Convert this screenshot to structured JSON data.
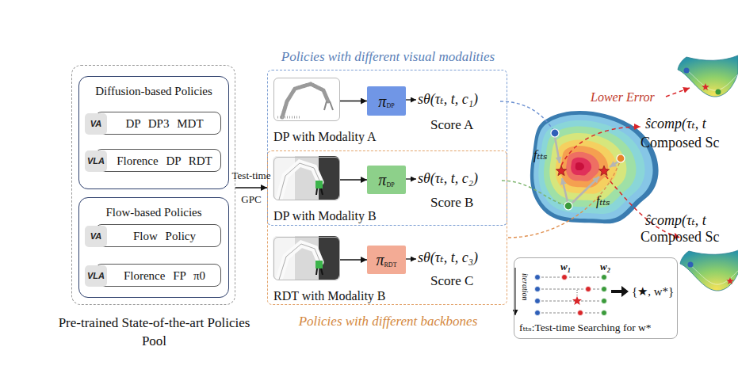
{
  "diagram": {
    "nodes": [
      {
        "text": [
          "Pre-trained State-of-the-art Policies Pool"
        ]
      },
      {
        "text": [
          "Diffusion-based Policies"
        ],
        "in": 0
      },
      {
        "text": [
          "DP DP3 MDT"
        ],
        "in": 1
      },
      {
        "text": [
          "VA"
        ],
        "in": 2
      },
      {
        "text": [
          "Florence DP RDT"
        ],
        "in": 1
      },
      {
        "text": [
          "VLA"
        ],
        "in": 4
      },
      {
        "text": [
          "Flow-based Policies"
        ],
        "in": 0
      },
      {
        "text": [
          "Flow Policy"
        ],
        "in": 6
      },
      {
        "text": [
          "VA"
        ],
        "in": 7
      },
      {
        "text": [
          "Florence FP π0"
        ],
        "in": 6
      },
      {
        "text": [
          "VLA"
        ],
        "in": 9
      },
      {
        "text": [
          "Policies with different visual modalities"
        ]
      },
      {
        "text": [
          "Policies with different backbones"
        ]
      },
      {
        "text": [
          "DP with Modality A"
        ],
        "in": 11
      },
      {
        "text": [
          "π",
          "DP"
        ],
        "in": 11
      },
      {
        "text": [
          "DP with Modality B"
        ],
        "in": 11
      },
      {
        "text": [
          "π",
          "DP"
        ],
        "in": 11
      },
      {
        "text": [
          "RDT with Modality B"
        ],
        "in": 12
      },
      {
        "text": [
          "π",
          "RDT"
        ],
        "in": 12
      },
      {
        "text": [
          "fₜₜₛ:Test-time Searching for w*"
        ]
      }
    ],
    "edges": [
      {
        "from": 0,
        "to": 11,
        "label": "Test-time GPC",
        "arrow": "to"
      },
      {
        "from": 13,
        "to": 14,
        "arrow": "to"
      },
      {
        "from": 15,
        "to": 16,
        "arrow": "to"
      },
      {
        "from": 17,
        "to": 18,
        "arrow": "to"
      }
    ],
    "labels": [
      "sθ(τₜ, t, c₁)",
      "Score A",
      "sθ(τₜ, t, c₂)",
      "Score B",
      "sθ(τₜ, t, c₃)",
      "Score C",
      "Lower Error",
      "ŝcomp(τₜ, t",
      "Composed Sc",
      "ŝcomp(τₜ, t",
      "Composed Sc",
      "fₜₜₛ",
      "fₜₜₛ",
      "w₁",
      "w₂",
      "iteration",
      "{★, w*}"
    ]
  }
}
